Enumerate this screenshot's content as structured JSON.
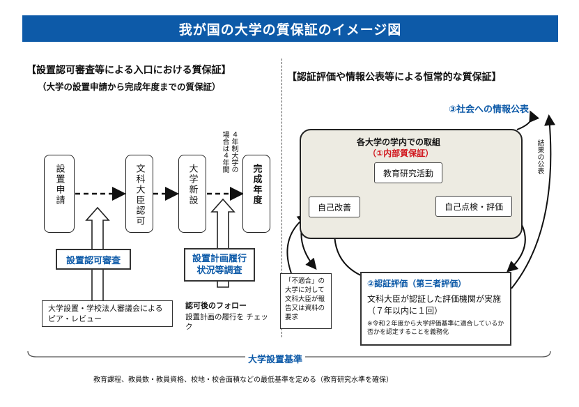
{
  "title": "我が国の大学の質保証のイメージ図",
  "left": {
    "heading": "【設置認可審査等による入口における質保証】",
    "subheading": "（大学の設置申請から完成年度までの質保証）",
    "steps": [
      "設置申請",
      "文科大臣認可",
      "大学新設",
      "完成年度"
    ],
    "note_vertical": [
      "４年制大学の",
      "場合は４年間"
    ],
    "label_review": "設置認可審査",
    "label_follow": [
      "設置計画履行",
      "状況等調査"
    ],
    "council": "大学設置・学校法人審議会による ピア・レビュー",
    "follow_title": "認可後のフォロー",
    "follow_desc": "設置計画の履行を チェック"
  },
  "right": {
    "heading": "【認証評価や情報公表等による恒常的な質保証】",
    "social": "③社会への情報公表",
    "internal_title": "各大学の学内での取組",
    "internal_sub": "（①内部質保証）",
    "activity": "教育研究活動",
    "self_eval": "自己点検・評価",
    "improve": "自己改善",
    "result_note": "結果の公表",
    "nonconform": "「不適合」の大学に対して文科大臣が報告又は資料の要求",
    "accred_title": "②認証評価（第三者評価）",
    "accred_desc": "文科大臣が認証した評価機関が実施（７年以内に１回）",
    "accred_note": "※令和２年度から大学評価基準に適合しているか否かを認定することを義務化"
  },
  "footer": {
    "standard": "大学設置基準",
    "desc": "教育課程、教員数・教員資格、校地・校舎面積などの最低基準を定める（教育研究水準を確保）"
  },
  "colors": {
    "accent": "#0d5aa8",
    "accent_red": "#d1171e",
    "panel": "#edebe2"
  }
}
